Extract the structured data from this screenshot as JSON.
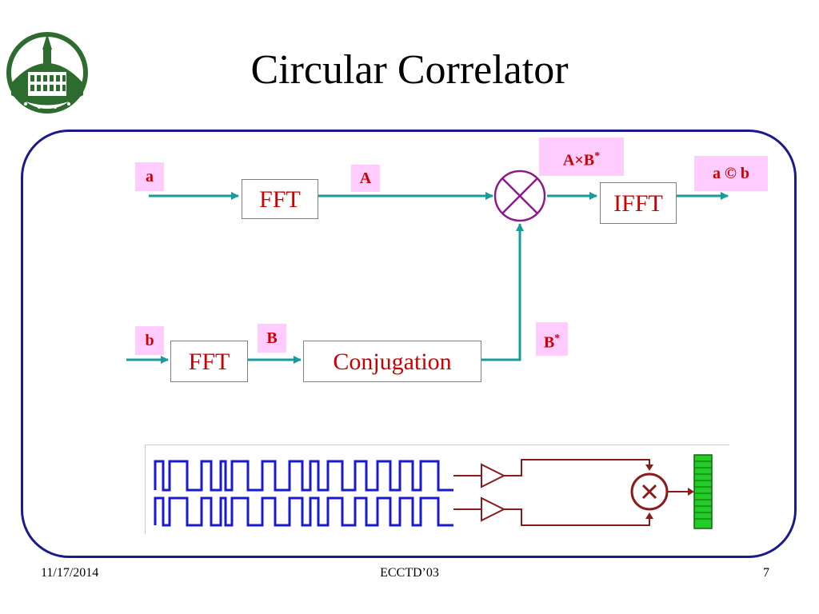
{
  "slide": {
    "title": "Circular Correlator",
    "footer": {
      "date": "11/17/2014",
      "center": "ECCTD’03",
      "page": "7"
    }
  },
  "diagram": {
    "blocks": {
      "fft_top": "FFT",
      "fft_bottom": "FFT",
      "conjugation": "Conjugation",
      "ifft": "IFFT"
    },
    "tags": {
      "input_a": "a",
      "input_b": "b",
      "spectrum_A": "A",
      "spectrum_B": "B",
      "conj_base": "B",
      "conj_mark": "*",
      "product_base": "A×B",
      "product_mark": "*",
      "output": "a © b"
    },
    "multiplier_icon": "circle-cross-icon"
  },
  "colors": {
    "arrow": "#1a9b9b",
    "frame": "#1a1a8c",
    "block_text": "#cc0000",
    "tag_bg": "#ffccff",
    "multiplier": "#8b1a8b",
    "wave": "#1a1acc",
    "hardware": "#8b1a1a",
    "register": "#22cc22"
  },
  "logo": {
    "icon": "university-seal-icon"
  }
}
